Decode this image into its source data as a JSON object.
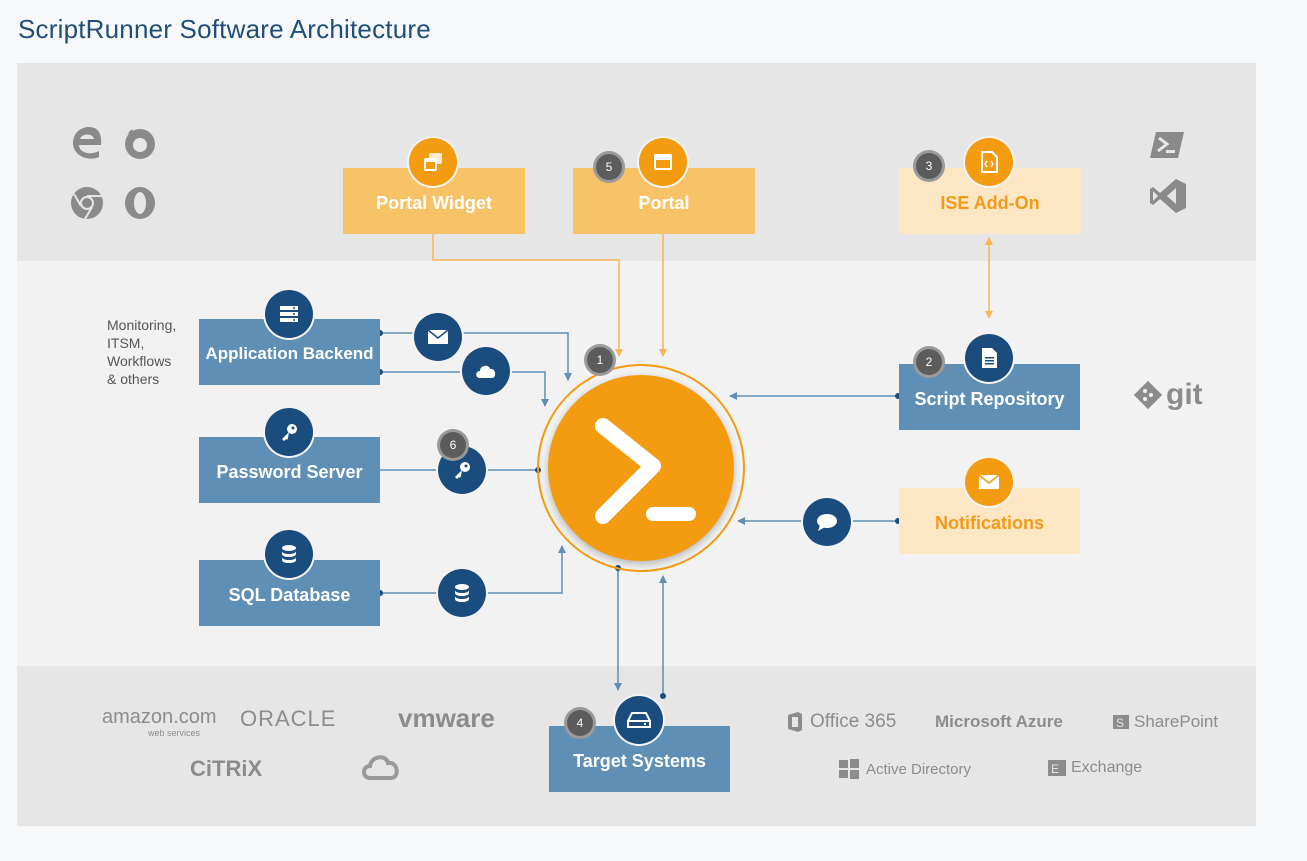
{
  "title": "ScriptRunner Software Architecture",
  "boxes": {
    "portal_widget": "Portal Widget",
    "portal": "Portal",
    "ise_addon": "ISE Add-On",
    "app_backend": "Application Backend",
    "password_server": "Password Server",
    "sql_database": "SQL Database",
    "script_repository": "Script Repository",
    "notifications": "Notifications",
    "target_systems": "Target Systems"
  },
  "side_label": [
    "Monitoring,",
    "ITSM,",
    "Workflows",
    "& others"
  ],
  "badges": {
    "b1": "1",
    "b2": "2",
    "b3": "3",
    "b4": "4",
    "b5": "5",
    "b6": "6"
  },
  "logos": {
    "git": "git",
    "amazon": "amazon.com",
    "amazon_sub": "web services",
    "oracle": "ORACLE",
    "vmware": "vmware",
    "citrix": "CiTRiX",
    "office365": "Office 365",
    "azure": "Microsoft Azure",
    "sharepoint": "SharePoint",
    "active_directory": "Active Directory",
    "exchange": "Exchange"
  },
  "colors": {
    "orange": "#f39c12",
    "navy": "#1a4d7e",
    "blue_box": "#5f8fb4",
    "orange_box": "#f8c366",
    "pale_box": "#fde6c3"
  },
  "icons": {
    "browsers": [
      "edge-icon",
      "firefox-icon",
      "chrome-icon",
      "opera-icon"
    ],
    "tools": [
      "powershell-icon",
      "visual-studio-icon"
    ],
    "center": "powershell-prompt-icon"
  }
}
